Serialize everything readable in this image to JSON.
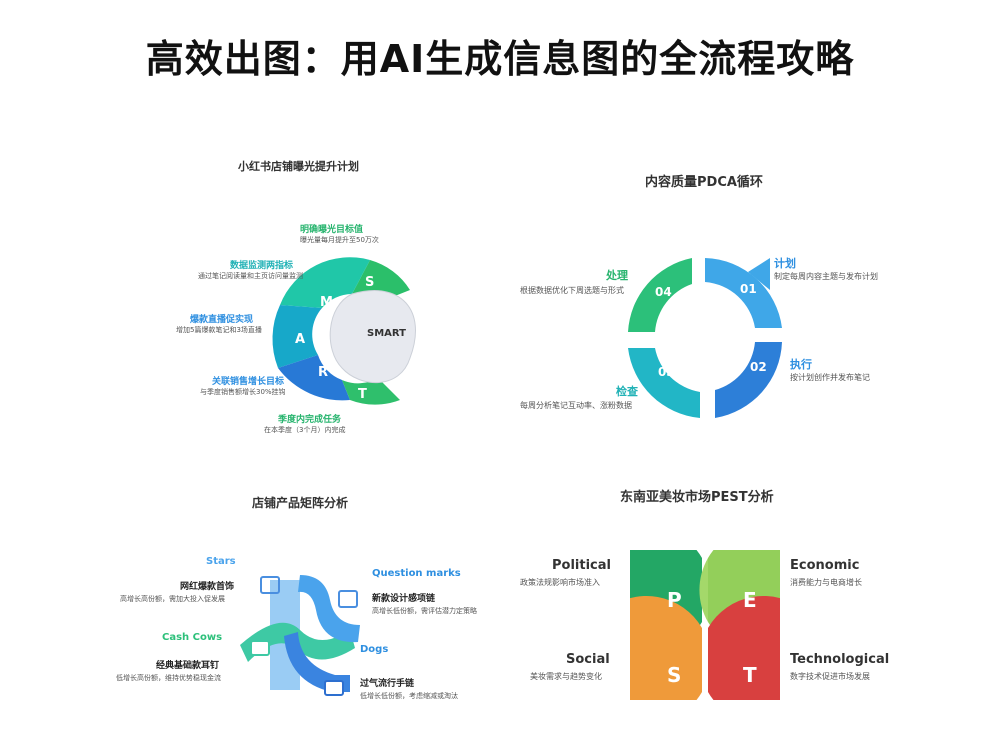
{
  "title": "高效出图：用AI生成信息图的全流程攻略",
  "smart": {
    "title": "小红书店铺曝光提升计划",
    "center": "SMART",
    "items": [
      {
        "letter": "S",
        "heading": "明确曝光目标值",
        "desc": "曝光量每月提升至50万次"
      },
      {
        "letter": "M",
        "heading": "数据监测两指标",
        "desc": "通过笔记阅读量和主页访问量监测"
      },
      {
        "letter": "A",
        "heading": "爆款直播促实现",
        "desc": "增加5篇爆款笔记和3场直播"
      },
      {
        "letter": "R",
        "heading": "关联销售增长目标",
        "desc": "与季度销售额增长30%挂钩"
      },
      {
        "letter": "T",
        "heading": "季度内完成任务",
        "desc": "在本季度（3个月）内完成"
      }
    ]
  },
  "pdca": {
    "title": "内容质量PDCA循环",
    "steps": [
      {
        "num": "01",
        "heading": "计划",
        "desc": "制定每周内容主题与发布计划"
      },
      {
        "num": "02",
        "heading": "执行",
        "desc": "按计划创作并发布笔记"
      },
      {
        "num": "03",
        "heading": "检查",
        "desc": "每周分析笔记互动率、涨粉数据"
      },
      {
        "num": "04",
        "heading": "处理",
        "desc": "根据数据优化下周选题与形式"
      }
    ]
  },
  "matrix": {
    "title": "店铺产品矩阵分析",
    "quadrants": [
      {
        "name": "Stars",
        "heading": "网红爆款首饰",
        "desc": "高增长高份额，需加大投入促发展"
      },
      {
        "name": "Question marks",
        "heading": "新款设计感项链",
        "desc": "高增长低份额，需评估潜力定策略"
      },
      {
        "name": "Cash Cows",
        "heading": "经典基础款耳钉",
        "desc": "低增长高份额，维持优势稳现金流"
      },
      {
        "name": "Dogs",
        "heading": "过气流行手链",
        "desc": "低增长低份额，考虑缩减或淘汰"
      }
    ]
  },
  "pest": {
    "title": "东南亚美妆市场PEST分析",
    "items": [
      {
        "letter": "P",
        "name": "Political",
        "desc": "政策法规影响市场准入",
        "color": "#1f9a5c"
      },
      {
        "letter": "E",
        "name": "Economic",
        "desc": "消费能力与电商增长",
        "color": "#93cf5a"
      },
      {
        "letter": "S",
        "name": "Social",
        "desc": "美妆需求与趋势变化",
        "color": "#ef9a3a"
      },
      {
        "letter": "T",
        "name": "Technological",
        "desc": "数字技术促进市场发展",
        "color": "#d8403f"
      }
    ]
  }
}
